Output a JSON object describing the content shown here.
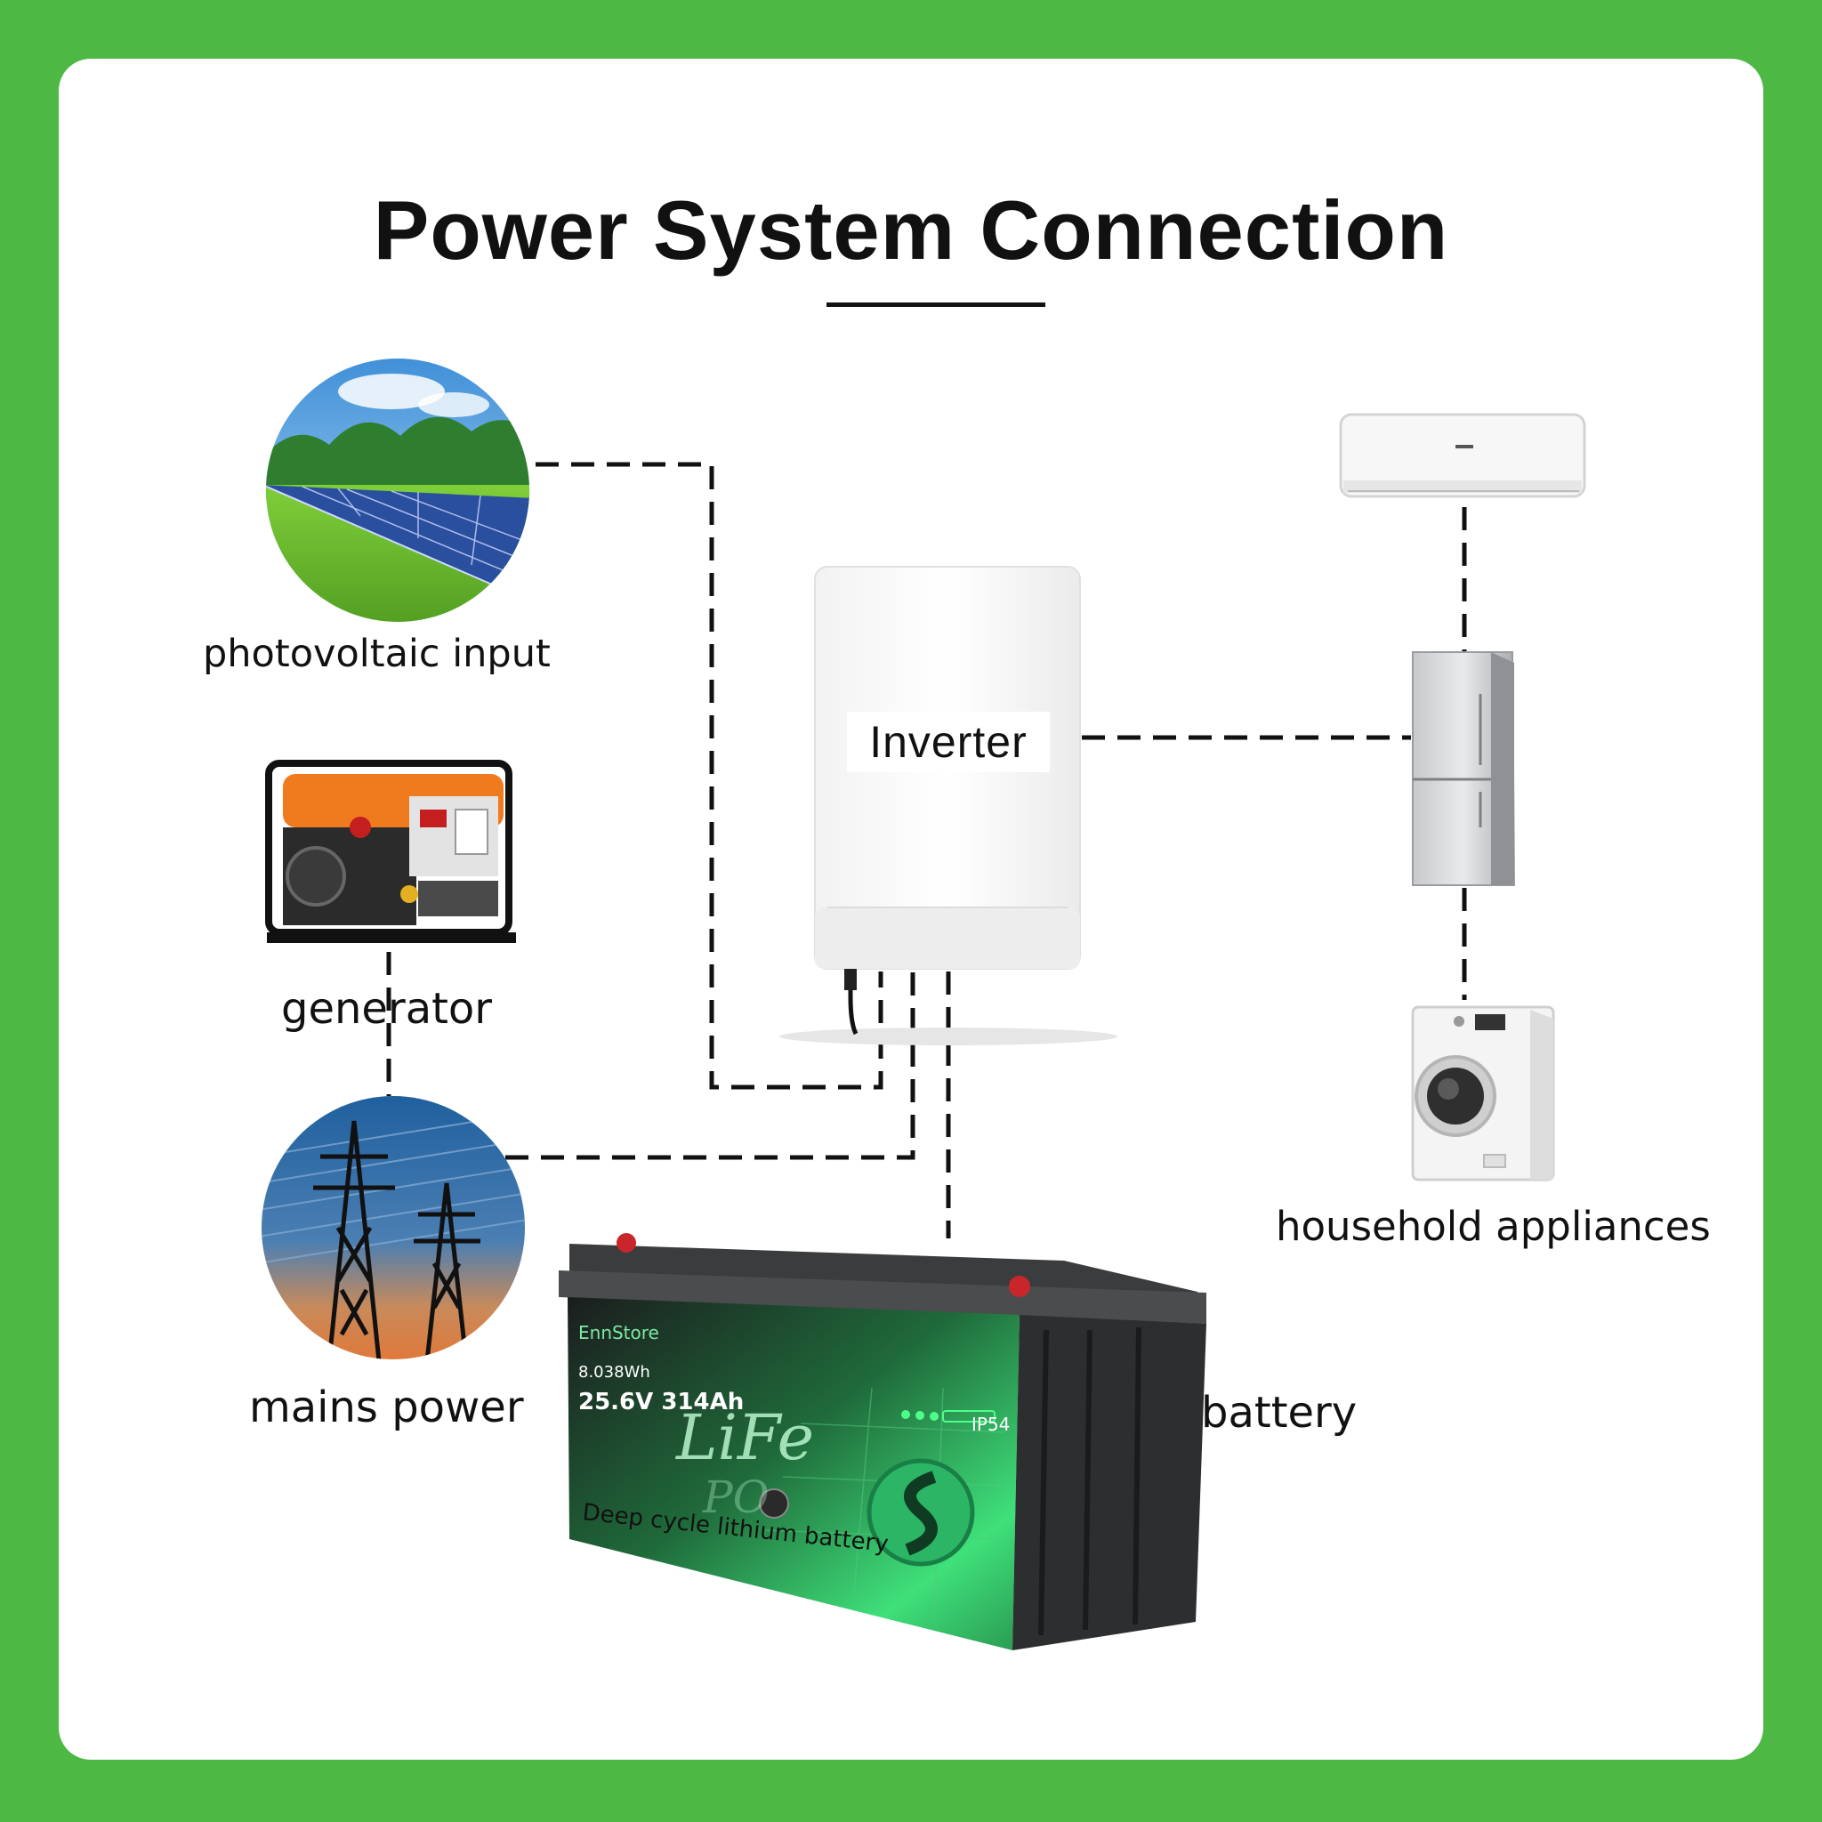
{
  "title": "Power System Connection",
  "labels": {
    "photovoltaic": "photovoltaic input",
    "generator": "generator",
    "mains": "mains power",
    "inverter": "Inverter",
    "appliances": "household appliances",
    "battery": "battery"
  },
  "battery_panel": {
    "brand": "EnnStore",
    "spec_energy": "8.038Wh",
    "spec_voltage": "25.6V 314Ah",
    "chem": "LiFe",
    "chem2": "PO",
    "rating": "IP54",
    "description": "Deep cycle lithium battery"
  },
  "colors": {
    "background": "#4db843",
    "panel": "#ffffff",
    "text": "#111111",
    "battery_accent": "#3fe07a"
  }
}
